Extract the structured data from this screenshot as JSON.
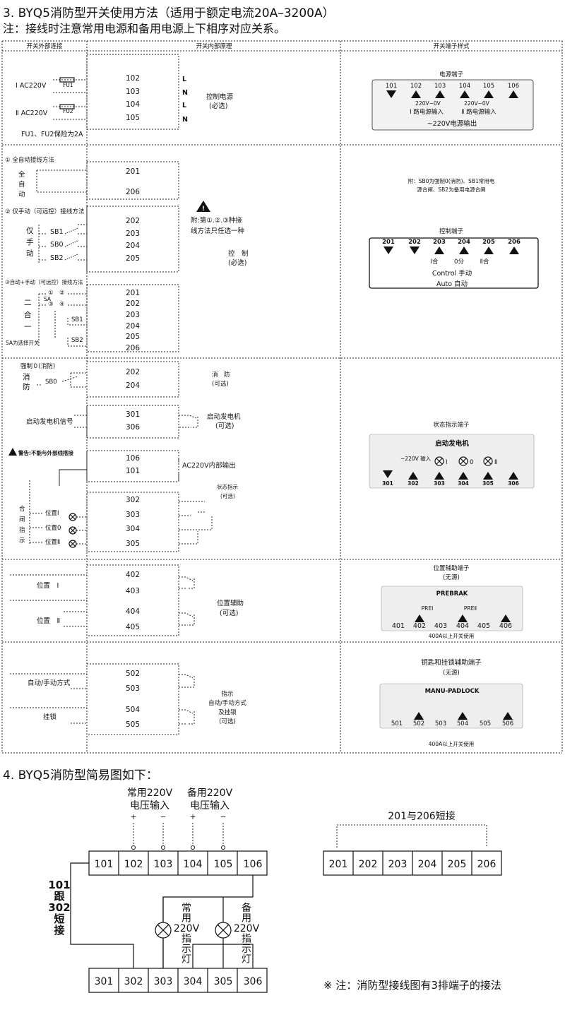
{
  "heading3": "3. BYQ5消防型开关使用方法（适用于额定电流20A–3200A）",
  "note": "注：接线时注意常用电源和备用电源上下相序对应关系。",
  "table_headers": [
    "开关外部连接",
    "开关内部原理",
    "开关端子样式"
  ],
  "section1": {
    "labels": [
      "Ⅰ AC220V",
      "Ⅱ AC220V",
      "FU1",
      "FU2",
      "FU1、FU2保险为2A"
    ],
    "terms": [
      "102",
      "103",
      "104",
      "105"
    ],
    "lnln": [
      "L",
      "N",
      "L",
      "N"
    ],
    "ctrl": [
      "控制电源",
      "(必选)"
    ],
    "panel_title": "电源端子",
    "panel_terms": [
      "101",
      "102",
      "103",
      "104",
      "105",
      "106"
    ],
    "panel_v": [
      "220V~0V",
      "220V~0V"
    ],
    "panel_in": [
      "Ⅰ 路电源输入",
      "Ⅱ 路电源输入"
    ],
    "panel_out": "~220V电源输出"
  },
  "section2": {
    "m1_title": "① 全自动接线方法",
    "m1_vert": [
      "全",
      "自",
      "动"
    ],
    "m1_terms": [
      "201",
      "206"
    ],
    "m2_title": "② 仅手动（可远控）接线方法",
    "m2_vert": [
      "仅",
      "手",
      "动"
    ],
    "m2_sw": [
      "SB1",
      "SB0",
      "SB2"
    ],
    "m2_terms": [
      "202",
      "203",
      "204",
      "205"
    ],
    "m3_title": "③自动+手动（可远控）接线方法",
    "m3_vert": [
      "二",
      "合",
      "一"
    ],
    "m3_sa": [
      "①",
      "②",
      "③",
      "④",
      "SA"
    ],
    "m3_sw": [
      "SB1",
      "SB2"
    ],
    "m3_note": "SA为选择开关",
    "m3_terms": [
      "201",
      "202",
      "203",
      "204",
      "205",
      "206"
    ],
    "attn": [
      "附:第①.②.③种接",
      "线方法只任选一种"
    ],
    "ctrl": [
      "控　制",
      "(必选)"
    ],
    "info": [
      "附：SB0为强制0(消防)、SB1常用电",
      "源合闸、SB2为备用电源合闸"
    ],
    "panel_title": "控制端子",
    "panel_terms": [
      "201",
      "202",
      "203",
      "204",
      "205",
      "206"
    ],
    "panel_pos": [
      "Ⅰ合",
      "0分",
      "Ⅱ合"
    ],
    "panel_manual": "Control 手动",
    "panel_auto": "Auto 自动"
  },
  "section3": {
    "fire_title": "强制０(消防)",
    "fire_vert": [
      "消",
      "防"
    ],
    "fire_sw": "SB0",
    "fire_terms": [
      "202",
      "204"
    ],
    "fire_label": [
      "消　防",
      "(可选)"
    ],
    "gen_left": "启动发电机信号",
    "gen_terms": [
      "301",
      "306"
    ],
    "gen_label": [
      "启动发电机",
      "(可选)"
    ],
    "warn": "警告:不能与外部线搭接",
    "out_terms": [
      "106",
      "101"
    ],
    "out_label": "AC220V内部输出",
    "st_label": [
      "状态指示",
      "(可选)"
    ],
    "st_terms": [
      "302",
      "303",
      "304",
      "305"
    ],
    "st_vert": [
      "合",
      "闸",
      "指",
      "示"
    ],
    "st_pos": [
      "位置Ⅰ",
      "位置0",
      "位置Ⅱ"
    ],
    "panel_title": "状态指示端子",
    "panel_gen": "启动发电机",
    "panel_in": "~220V 输入",
    "panel_terms": [
      "301",
      "302",
      "303",
      "304",
      "305",
      "306"
    ],
    "panel_lamps": [
      "Ⅰ",
      "0",
      "Ⅱ"
    ]
  },
  "section4": {
    "left": [
      "位置　Ⅰ",
      "位置　Ⅱ"
    ],
    "terms": [
      "402",
      "403",
      "404",
      "405"
    ],
    "mid": [
      "位置辅助",
      "(可选)"
    ],
    "panel_title": [
      "位置辅助端子",
      "(无源)"
    ],
    "panel_name": "PREBRAK",
    "panel_pre": [
      "PREⅠ",
      "PREⅡ"
    ],
    "panel_terms": [
      "401",
      "402",
      "403",
      "404",
      "405",
      "406"
    ],
    "panel_note": "400A以上开关使用"
  },
  "section5": {
    "left": [
      "自动/手动方式",
      "挂锁"
    ],
    "terms": [
      "502",
      "503",
      "504",
      "505"
    ],
    "mid": [
      "指示",
      "自动/手动方式",
      "及挂锁",
      "(可选)"
    ],
    "panel_title": [
      "钥匙和挂锁辅助端子",
      "(无源)"
    ],
    "panel_name": "MANU-PADLOCK",
    "panel_terms": [
      "501",
      "502",
      "503",
      "504",
      "505",
      "506"
    ],
    "panel_note": "400A以上开关使用"
  },
  "heading4": "4. BYQ5消防型简易图如下：",
  "simple": {
    "in1": [
      "常用220V",
      "电压输入"
    ],
    "in2": [
      "备用220V",
      "电压输入"
    ],
    "pm": [
      "+",
      "−",
      "+",
      "−"
    ],
    "row1": [
      "101",
      "102",
      "103",
      "104",
      "105",
      "106"
    ],
    "row3": [
      "301",
      "302",
      "303",
      "304",
      "305",
      "306"
    ],
    "row2": [
      "201",
      "202",
      "203",
      "204",
      "205",
      "206"
    ],
    "short_label": "201与206短接",
    "left_vert": [
      "101",
      "跟",
      "302",
      "短",
      "接"
    ],
    "lamp1": [
      "常",
      "用",
      "220V",
      "指",
      "示",
      "灯"
    ],
    "lamp2": [
      "备",
      "用",
      "220V",
      "指",
      "示",
      "灯"
    ],
    "footnote": "※ 注：消防型接线图有3排端子的接法"
  }
}
